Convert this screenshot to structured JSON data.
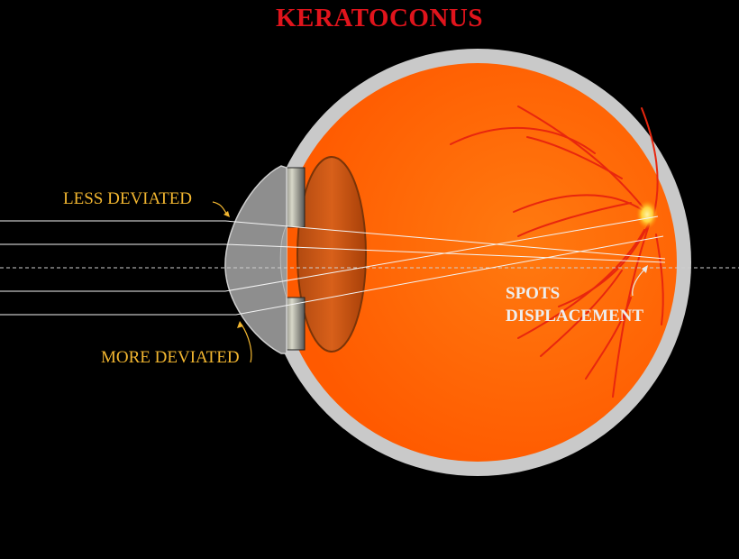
{
  "title": "KERATOCONUS",
  "labels": {
    "less_deviated": "LESS DEVIATED",
    "more_deviated": "MORE DEVIATED",
    "spots_line1": "SPOTS",
    "spots_line2": "DISPLACEMENT"
  },
  "colors": {
    "background": "#000000",
    "title": "#e0141c",
    "annotation": "#f2b630",
    "sclera": "#c8c8c8",
    "retina": "#ff6a00",
    "vessels": "#e8240c",
    "cornea": "#8a8a8a",
    "rays": "#ffffff",
    "spots_label": "#eeeeee"
  }
}
